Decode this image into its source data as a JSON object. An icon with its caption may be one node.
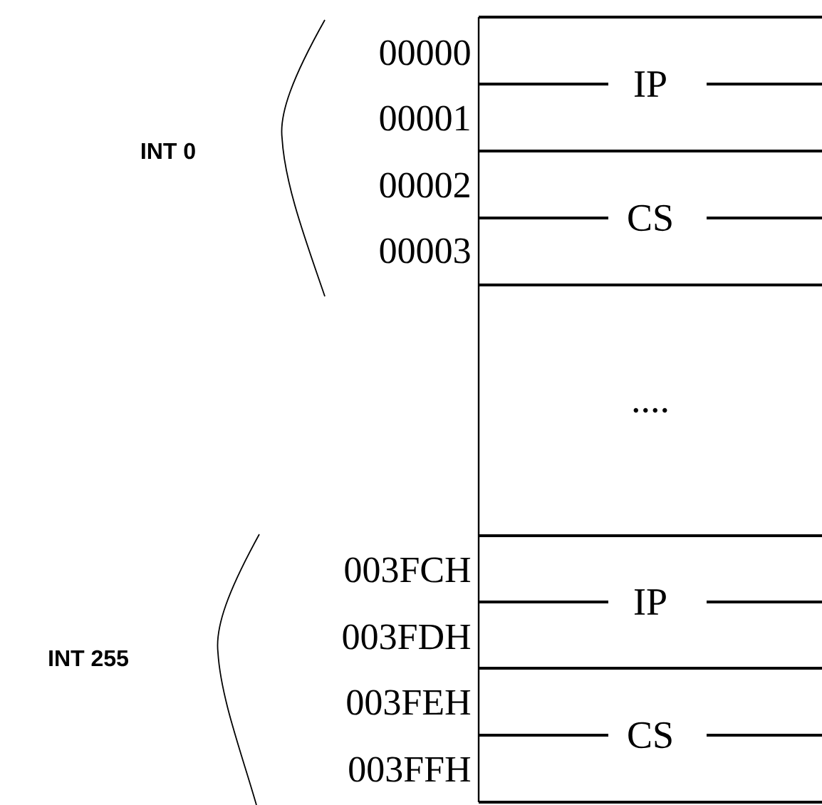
{
  "diagram": {
    "nodes": [
      {
        "text": [
          "IP"
        ]
      },
      {
        "text": [
          "CS"
        ]
      },
      {
        "text": [
          "...."
        ]
      },
      {
        "text": [
          "IP"
        ]
      },
      {
        "text": [
          "CS"
        ]
      }
    ],
    "labels": [
      "00000",
      "00001",
      "INT 0",
      "00002",
      "00003",
      "003FCH",
      "003FDH",
      "INT 255",
      "003FEH",
      "003FFH"
    ]
  }
}
